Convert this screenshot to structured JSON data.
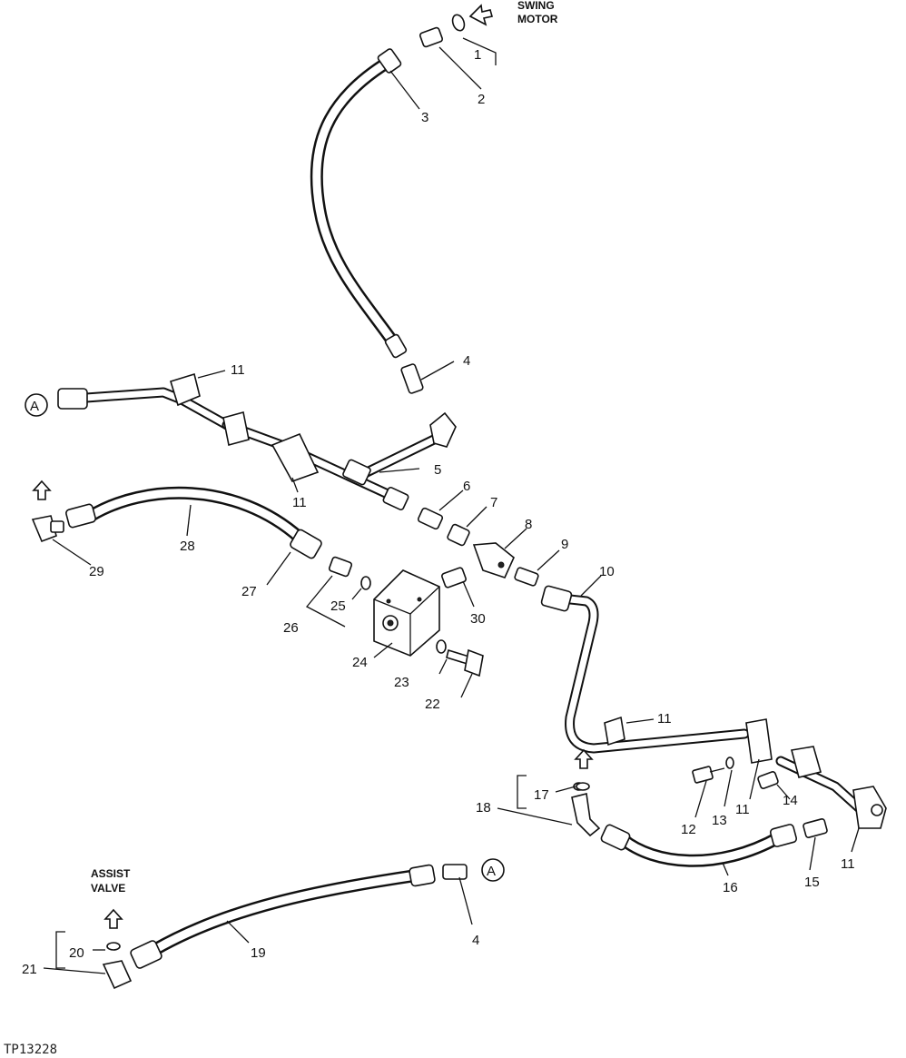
{
  "captions": {
    "swing_motor_1": "SWING",
    "swing_motor_2": "MOTOR",
    "assist_valve_1": "ASSIST",
    "assist_valve_2": "VALVE"
  },
  "circle_label": "A",
  "figure_ref": "TP13228",
  "callouts": {
    "c1": "1",
    "c2": "2",
    "c3": "3",
    "c4a": "4",
    "c4b": "4",
    "c5": "5",
    "c6": "6",
    "c7": "7",
    "c8": "8",
    "c9": "9",
    "c10": "10",
    "c11a": "11",
    "c11b": "11",
    "c11c": "11",
    "c11d": "11",
    "c11e": "11",
    "c12": "12",
    "c13": "13",
    "c14": "14",
    "c15": "15",
    "c16": "16",
    "c17": "17",
    "c18": "18",
    "c19": "19",
    "c20": "20",
    "c21": "21",
    "c22": "22",
    "c23": "23",
    "c24": "24",
    "c25": "25",
    "c26": "26",
    "c27": "27",
    "c28": "28",
    "c29": "29",
    "c30": "30"
  }
}
